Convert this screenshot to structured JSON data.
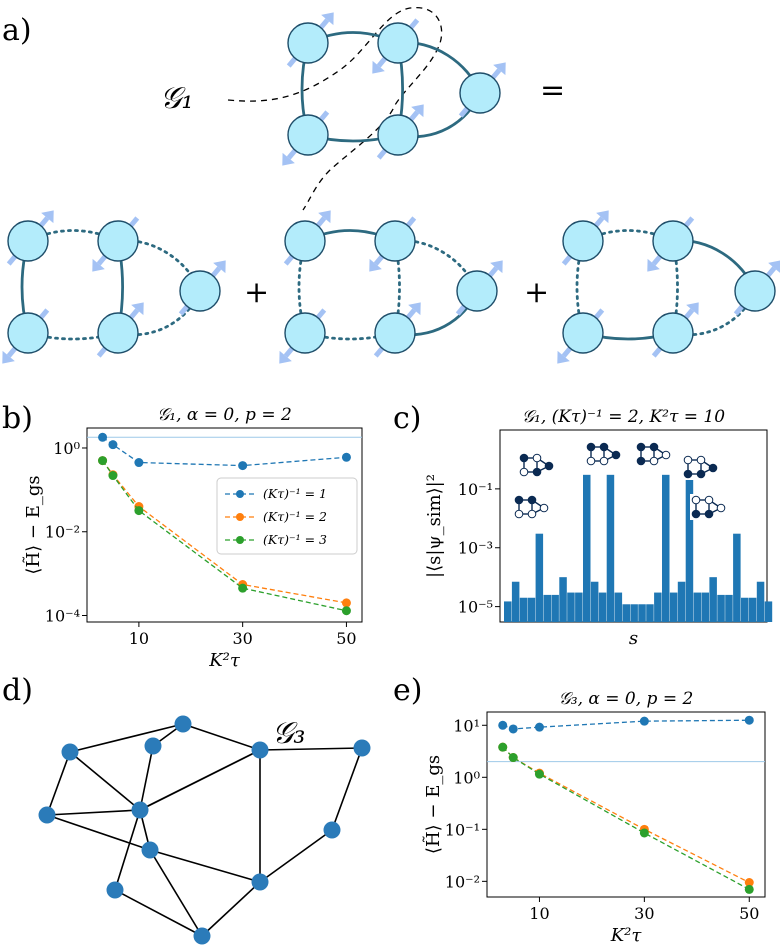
{
  "labels": {
    "a": "a)",
    "b": "b)",
    "c": "c)",
    "d": "d)",
    "e": "e)",
    "g1": "𝒢₁",
    "g3": "𝒢₃",
    "equals": "=",
    "plus": "+"
  },
  "colors": {
    "spin_fill": "#b3ecfb",
    "spin_stroke": "#1f4e6a",
    "arrow": "#a4c2f4",
    "edge": "#2d6a80",
    "blue": "#1f77b4",
    "orange": "#ff7f0e",
    "green": "#2ca02c",
    "graph_node": "#2b7bb9",
    "graph_dark": "#0b2a52"
  },
  "chart_data": [
    {
      "id": "b",
      "type": "line",
      "title": "𝒢₁, α = 0, p = 2",
      "xlabel": "K²τ",
      "ylabel": "⟨H̃⟩ − E_gs",
      "yscale": "log",
      "xlim": [
        0,
        53
      ],
      "ylim": [
        7e-05,
        3
      ],
      "xticks": [
        10,
        30,
        50
      ],
      "xtick_labels": [
        "10",
        "30",
        "50"
      ],
      "yticks": [
        1,
        0.01,
        0.0001
      ],
      "ytick_labels": [
        "10⁰",
        "10⁻²",
        "10⁻⁴"
      ],
      "hline": 1.8,
      "legend_position": "center-right",
      "series": [
        {
          "name": "(Kτ)⁻¹ = 1",
          "color": "#1f77b4",
          "x": [
            3,
            5,
            10,
            30,
            50
          ],
          "y": [
            1.8,
            1.2,
            0.45,
            0.38,
            0.6
          ]
        },
        {
          "name": "(Kτ)⁻¹ = 2",
          "color": "#ff7f0e",
          "x": [
            3,
            5,
            10,
            30,
            50
          ],
          "y": [
            0.5,
            0.23,
            0.04,
            0.00055,
            0.0002
          ]
        },
        {
          "name": "(Kτ)⁻¹ = 3",
          "color": "#2ca02c",
          "x": [
            3,
            5,
            10,
            30,
            50
          ],
          "y": [
            0.5,
            0.22,
            0.032,
            0.00045,
            0.00013
          ]
        }
      ]
    },
    {
      "id": "c",
      "type": "bar",
      "title": "𝒢₁, (Kτ)⁻¹ = 2, K²τ = 10",
      "xlabel": "s",
      "ylabel": "|⟨s|ψ_sim⟩|²",
      "yscale": "log",
      "ylim": [
        3e-06,
        10
      ],
      "yticks": [
        0.1,
        0.001,
        1e-05
      ],
      "ytick_labels": [
        "10⁻¹",
        "10⁻³",
        "10⁻⁵"
      ],
      "color": "#1f77b4",
      "values": [
        1.5e-05,
        7e-05,
        2e-05,
        2e-05,
        0.003,
        2.5e-05,
        2.5e-05,
        0.0001,
        3e-05,
        3e-05,
        0.3,
        7e-05,
        3e-05,
        0.3,
        3e-05,
        1.2e-05,
        1.2e-05,
        1.2e-05,
        1.2e-05,
        3e-05,
        0.3,
        3e-05,
        7e-05,
        0.3,
        3e-05,
        3e-05,
        0.0001,
        2.5e-05,
        2.5e-05,
        0.003,
        2e-05,
        2e-05,
        7e-05,
        1.5e-05
      ]
    },
    {
      "id": "e",
      "type": "line",
      "title": "𝒢₃, α = 0, p = 2",
      "xlabel": "K²τ",
      "ylabel": "⟨H̃⟩ − E_gs",
      "yscale": "log",
      "xlim": [
        0,
        53
      ],
      "ylim": [
        0.005,
        18
      ],
      "xticks": [
        10,
        30,
        50
      ],
      "xtick_labels": [
        "10",
        "30",
        "50"
      ],
      "yticks": [
        10,
        1,
        0.1,
        0.01
      ],
      "ytick_labels": [
        "10¹",
        "10⁰",
        "10⁻¹",
        "10⁻²"
      ],
      "hline": 2,
      "series": [
        {
          "color": "#1f77b4",
          "x": [
            3,
            5,
            10,
            30,
            50
          ],
          "y": [
            10,
            8.5,
            9.2,
            12,
            12.5
          ]
        },
        {
          "color": "#ff7f0e",
          "x": [
            3,
            5,
            10,
            30,
            50
          ],
          "y": [
            3.8,
            2.4,
            1.2,
            0.1,
            0.0095
          ]
        },
        {
          "color": "#2ca02c",
          "x": [
            3,
            5,
            10,
            30,
            50
          ],
          "y": [
            3.8,
            2.4,
            1.15,
            0.085,
            0.007
          ]
        }
      ]
    }
  ]
}
